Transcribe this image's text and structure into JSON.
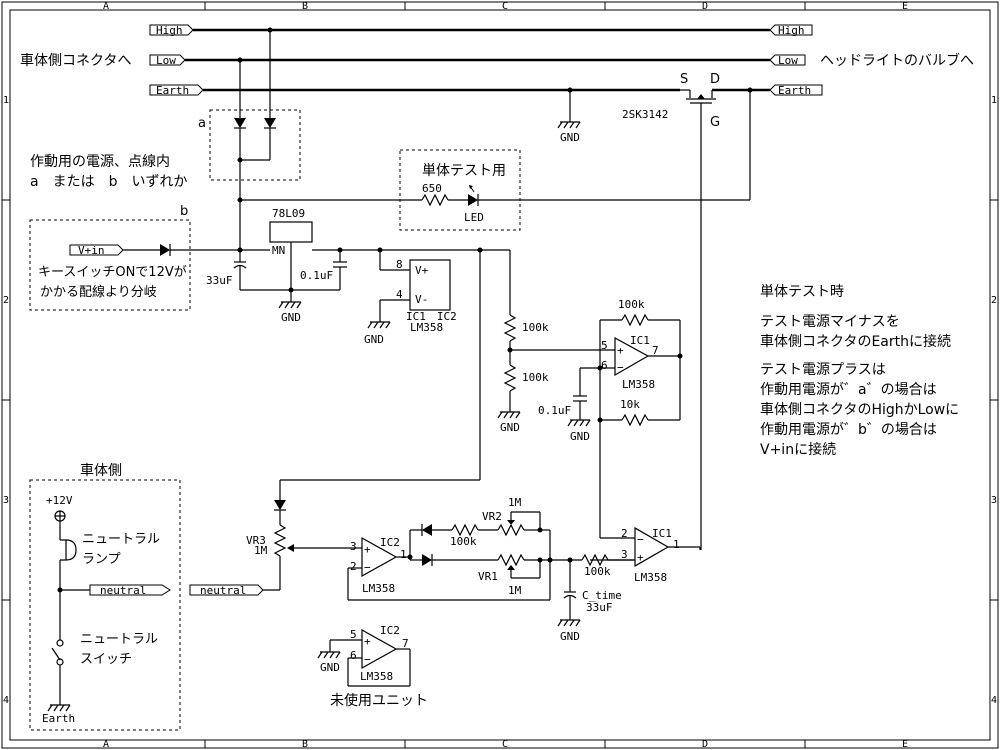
{
  "frame": {
    "cols": [
      "A",
      "B",
      "C",
      "D",
      "E"
    ],
    "rows": [
      "1",
      "2",
      "3",
      "4"
    ]
  },
  "buses": {
    "high": "High",
    "low": "Low",
    "earth": "Earth"
  },
  "notes": {
    "to_vehicle_connector": "車体側コネクタへ",
    "to_headlight_bulb": "ヘッドライトのバルブへ",
    "power_select_line1": "作動用の電源、点線内",
    "power_select_line2": "a　または　b　いずれか",
    "option_a": "a",
    "option_b": "b",
    "single_test_box": "単体テスト用",
    "key_switch_line1": "キースイッチONで12Vが",
    "key_switch_line2": "かかる配線より分岐",
    "vehicle_side": "車体側",
    "unused_unit": "未使用ユニット",
    "test_title": "単体テスト時",
    "test_line1": "テスト電源マイナスを",
    "test_line2": "車体側コネクタのEarthに接続",
    "test_line3": "テスト電源プラスは",
    "test_line4": "作動用電源が゛a゛の場合は",
    "test_line5": "車体側コネクタのHighかLowに",
    "test_line6": "作動用電源が゛b゛の場合は",
    "test_line7": "V+inに接続"
  },
  "ports": {
    "vin": "V+in",
    "neutral_in": "neutral",
    "neutral_out": "neutral"
  },
  "parts": {
    "mosfet": "2SK3142",
    "mosfet_s": "S",
    "mosfet_d": "D",
    "mosfet_g": "G",
    "gnd": "GND",
    "earth": "Earth",
    "r_led": "650",
    "led": "LED",
    "reg": "78L09",
    "reg_pins": "MN",
    "c_in": "33uF",
    "c_reg": "0.1uF",
    "ic_ref": "IC1　IC2",
    "ic_type": "LM358",
    "vplus": "V+",
    "vminus": "V-",
    "pin8": "8",
    "pin4": "4",
    "r_div1": "100k",
    "r_div2": "100k",
    "c_ref": "0.1uF",
    "r_fb1": "100k",
    "r_fb2": "10k",
    "ic1a_ref": "IC1",
    "ic1a_type": "LM358",
    "pin5": "5",
    "pin6": "6",
    "pin7": "7",
    "vr3": "VR3",
    "vr3_val": "1M",
    "ic2a_ref": "IC2",
    "ic2a_type": "LM358",
    "pin3": "3",
    "pin2": "2",
    "pin1": "1",
    "vr2": "VR2",
    "vr2_val": "1M",
    "r_vr2": "100k",
    "vr1": "VR1",
    "vr1_val": "1M",
    "r_time": "100k",
    "c_time": "C_time",
    "c_time_val": "33uF",
    "ic1b_ref": "IC1",
    "ic1b_type": "LM358",
    "ic2b_ref": "IC2",
    "ic2b_type": "LM358",
    "plus12": "+12V",
    "neutral_lamp_1": "ニュートラル",
    "neutral_lamp_2": "ランプ",
    "neutral_sw_1": "ニュートラル",
    "neutral_sw_2": "スイッチ"
  }
}
